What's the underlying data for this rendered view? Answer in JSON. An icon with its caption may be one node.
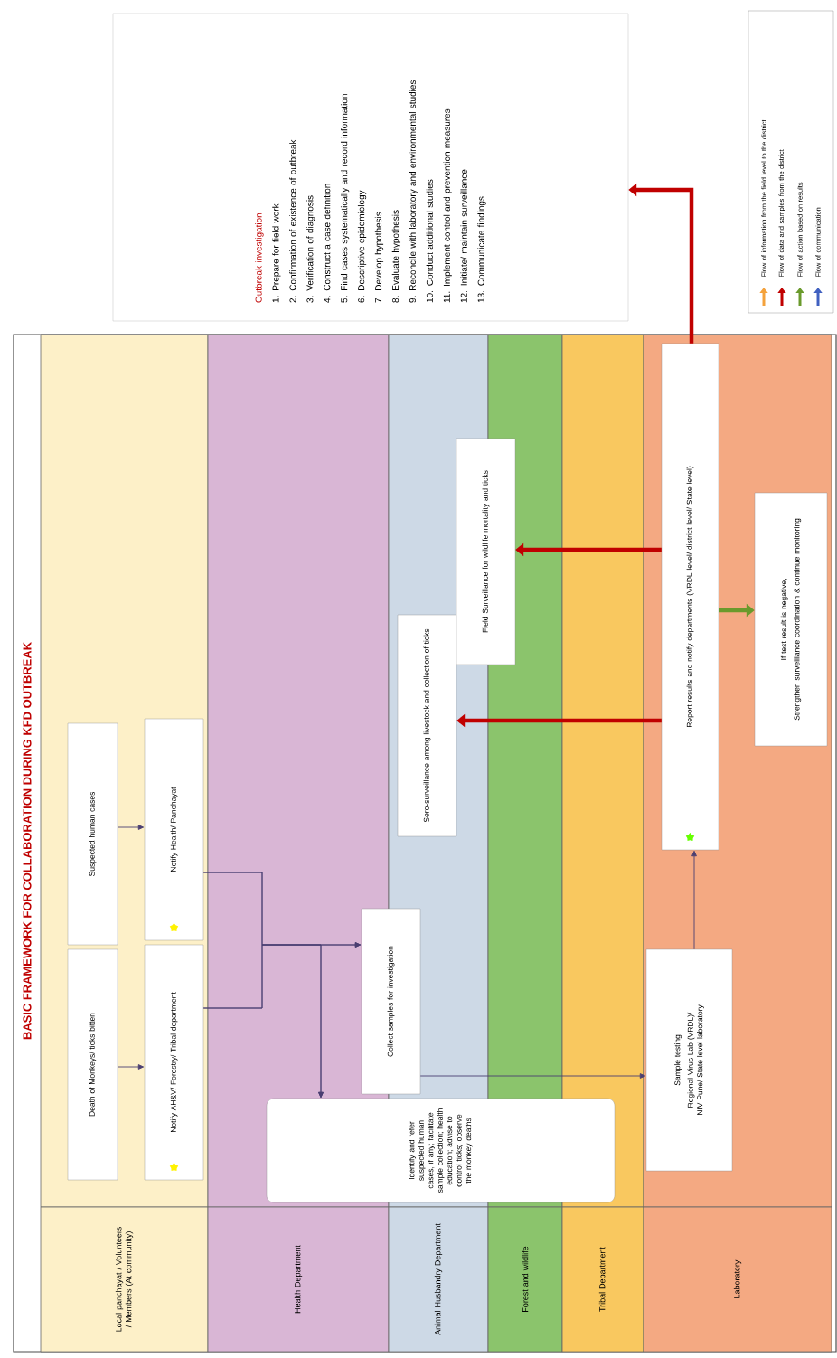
{
  "diagram": {
    "title": "BASIC FRAMEWORK FOR COLLABORATION DURING KFD OUTBREAK",
    "nodes": [
      {
        "text": [
          "Local panchayat / Volunteers / Members (At community)"
        ]
      },
      {
        "text": [
          "Health Department"
        ]
      },
      {
        "text": [
          "Animal Husbandry Department"
        ]
      },
      {
        "text": [
          "Forest and wildlife"
        ]
      },
      {
        "text": [
          "Tribal Department"
        ]
      },
      {
        "text": [
          "Laboratory"
        ]
      },
      {
        "text": [
          "Death of Monkeys/ ticks bitten"
        ]
      },
      {
        "text": [
          "Suspected human cases"
        ]
      },
      {
        "text": [
          "Notify AH&V/ Forestry/ Tribal department"
        ]
      },
      {
        "text": [
          "Notify Health/ Panchayat"
        ]
      },
      {
        "text": [
          "Identify and refer suspected human cases, if any; facilitate sample collection; health education; advise to control ticks; observe the monkey deaths"
        ]
      },
      {
        "text": [
          "Collect samples for investigation"
        ]
      },
      {
        "text": [
          "Sero-surveillance among livestock and collection of ticks"
        ]
      },
      {
        "text": [
          "Field Surveillance for wildlife mortality and ticks"
        ]
      },
      {
        "text": [
          "Sample testing",
          "Regional Virus Lab (VRDL)/ NIV Pune/ State level laboratory"
        ]
      },
      {
        "text": [
          "Report results and notify departments (VRDL level/ district level/ State level)"
        ]
      },
      {
        "text": [
          "If test result is negative,",
          "Strengthen surveillance coordination & continue monitoring"
        ]
      },
      {
        "text": [
          "Outbreak investigation",
          "1. Prepare for field work",
          "2. Confirmation of existence of outbreak",
          "3. Verification of diagnosis",
          "4. Construct a case definition",
          "5. Find cases systematically and record information",
          "6. Descriptive epidemiology",
          "7. Develop hypothesis",
          "8. Evaluate hypothesis",
          "9. Reconcile with laboratory and environmental studies",
          "10. Conduct additional studies",
          "11. Implement control and prevention measures",
          "12. Initiate/ maintain surveillance",
          "13. Communicate findings"
        ]
      }
    ],
    "edges": [
      {
        "from": 6,
        "to": 8,
        "arrow": "to"
      },
      {
        "from": 7,
        "to": 9,
        "arrow": "to"
      },
      {
        "from": 8,
        "to": 11,
        "arrow": "to"
      },
      {
        "from": 9,
        "to": 11,
        "arrow": "to"
      },
      {
        "from": 8,
        "to": 10,
        "arrow": "to"
      },
      {
        "from": 9,
        "to": 10,
        "arrow": "to"
      },
      {
        "from": 11,
        "to": 14,
        "arrow": "to"
      },
      {
        "from": 14,
        "to": 15,
        "arrow": "to"
      },
      {
        "from": 15,
        "to": 12,
        "arrow": "to",
        "style": "thick",
        "color": "#c00000"
      },
      {
        "from": 15,
        "to": 13,
        "arrow": "to",
        "style": "thick",
        "color": "#c00000"
      },
      {
        "from": 15,
        "to": 16,
        "arrow": "to",
        "style": "thick",
        "color": "#6a9a2c"
      },
      {
        "from": 15,
        "to": 17,
        "arrow": "to",
        "style": "thick",
        "color": "#c00000"
      }
    ],
    "legend": [
      {
        "text": "Flow of information from the field level to the district"
      },
      {
        "text": "Flow of data and samples from the district"
      },
      {
        "text": "Flow of action based on results"
      },
      {
        "text": "Flow of communication"
      }
    ]
  }
}
